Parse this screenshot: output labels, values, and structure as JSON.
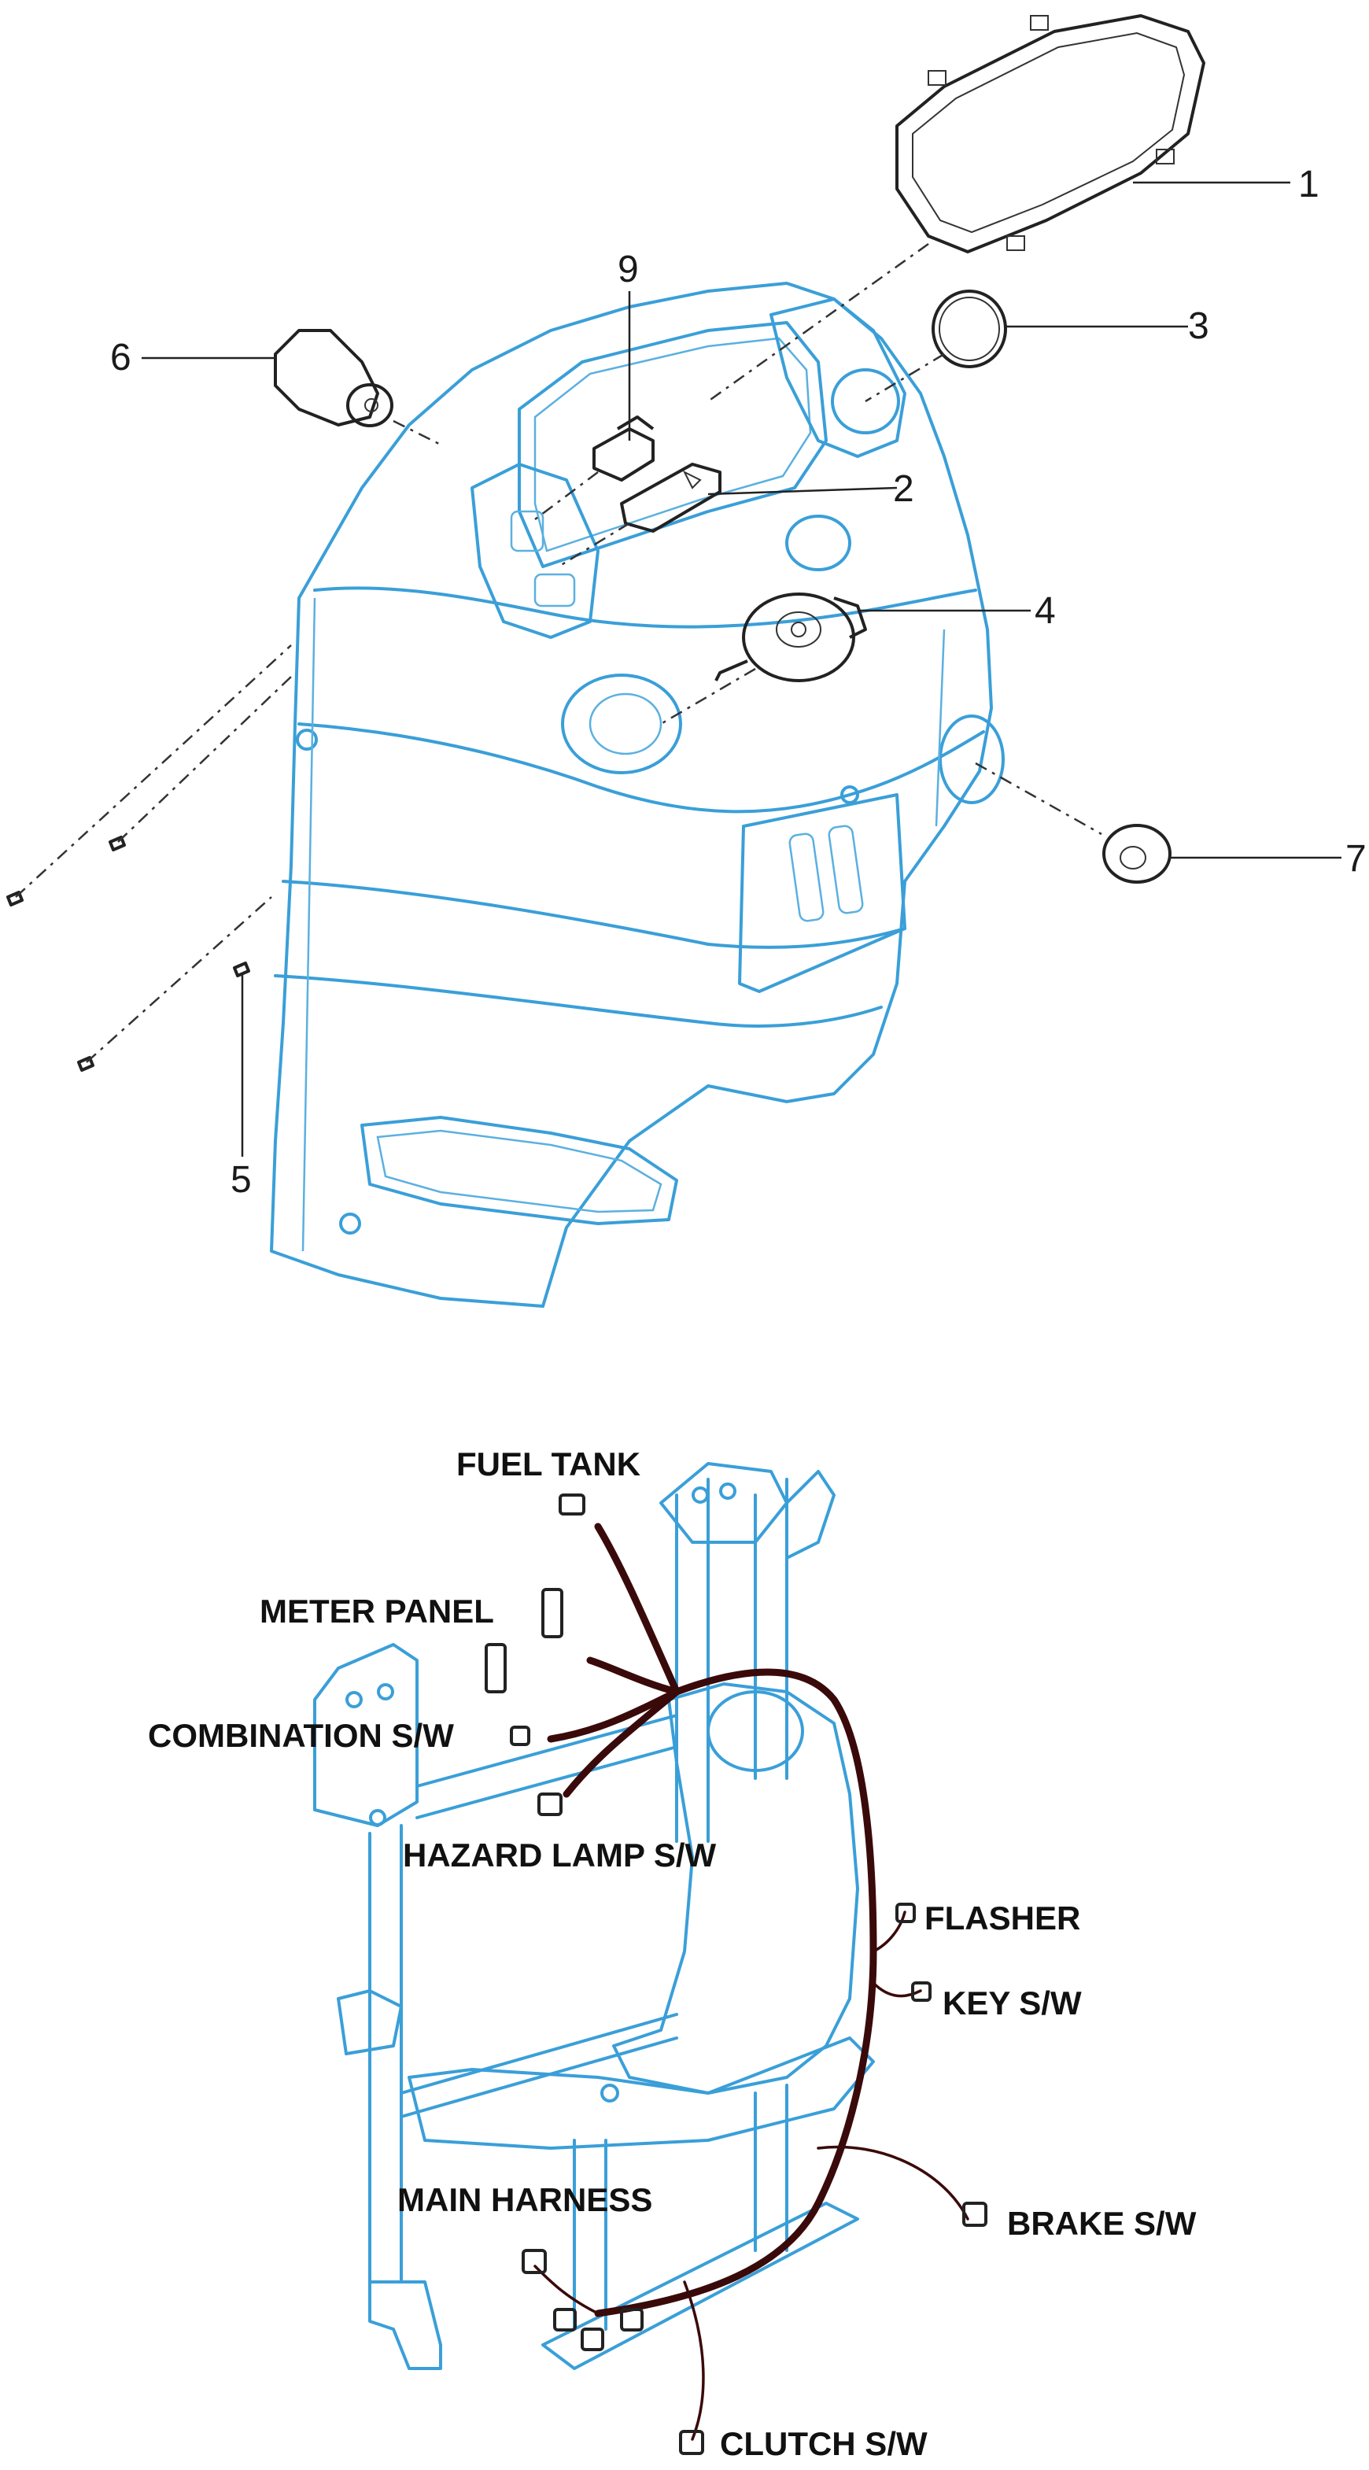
{
  "exploded_view": {
    "callouts": [
      {
        "id": "1",
        "text": "1"
      },
      {
        "id": "2",
        "text": "2"
      },
      {
        "id": "3",
        "text": "3"
      },
      {
        "id": "4",
        "text": "4"
      },
      {
        "id": "5",
        "text": "5"
      },
      {
        "id": "6",
        "text": "6"
      },
      {
        "id": "7",
        "text": "7"
      },
      {
        "id": "9",
        "text": "9"
      }
    ]
  },
  "harness_view": {
    "labels": {
      "fuel_tank": "FUEL TANK",
      "meter_panel": "METER PANEL",
      "combination_sw": "COMBINATION  S/W",
      "hazard_lamp_sw": "HAZARD LAMP S/W",
      "flasher": "FLASHER",
      "key_sw": "KEY S/W",
      "main_harness": "MAIN HARNESS",
      "brake_sw": "BRAKE S/W",
      "clutch_sw": "CLUTCH S/W"
    }
  },
  "colors": {
    "outline_blue": "#3a9fd8",
    "wire": "#3a0a0a",
    "text": "#111111"
  }
}
